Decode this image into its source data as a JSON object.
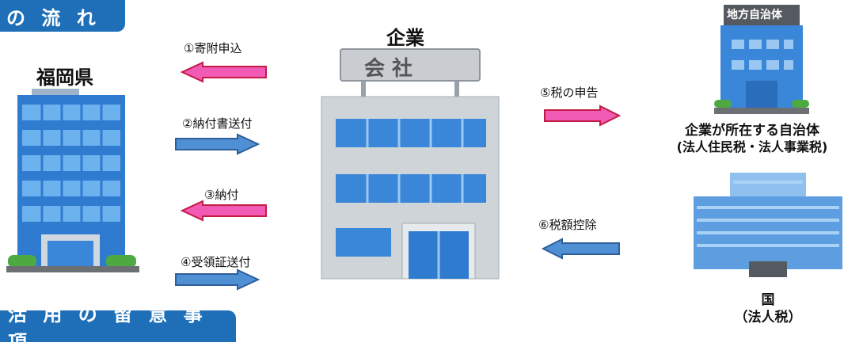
{
  "banners": {
    "top": "の 流 れ",
    "bottom": "活 用 の 留 意 事 項"
  },
  "left_entity": {
    "name": "福岡県"
  },
  "center_entity": {
    "name": "企業",
    "sign": "会 社"
  },
  "right_top": {
    "sign": "地方自治体",
    "caption_line1": "企業が所在する自治体",
    "caption_line2": "(法人住民税・法人事業税)"
  },
  "right_bottom": {
    "caption_line1": "国",
    "caption_line2": "（法人税）"
  },
  "flows": [
    {
      "label": "①寄附申込",
      "direction": "left",
      "color": "#f25bb5"
    },
    {
      "label": "②納付書送付",
      "direction": "right",
      "color": "#4f8fd4"
    },
    {
      "label": "③納付",
      "direction": "left",
      "color": "#f25bb5"
    },
    {
      "label": "④受領証送付",
      "direction": "right",
      "color": "#4f8fd4"
    },
    {
      "label": "⑤税の申告",
      "direction": "right",
      "color": "#f25bb5"
    },
    {
      "label": "⑥税額控除",
      "direction": "left",
      "color": "#4f8fd4"
    }
  ]
}
